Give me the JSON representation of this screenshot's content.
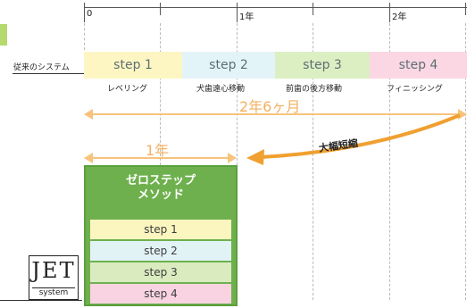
{
  "timeline": {
    "labels": [
      "0",
      "1年",
      "2年"
    ]
  },
  "conventional": {
    "label": "従来のシステム",
    "steps": [
      {
        "label": "step 1",
        "sub": "レベリング",
        "color": "#fdf6c3"
      },
      {
        "label": "step 2",
        "sub": "犬歯遠心移動",
        "color": "#e3f4f8"
      },
      {
        "label": "step 3",
        "sub": "前歯の後方移動",
        "color": "#dcefc3"
      },
      {
        "label": "step 4",
        "sub": "フィニッシング",
        "color": "#fbd7e4"
      }
    ]
  },
  "duration_long": "2年6ヶ月",
  "duration_short": "1年",
  "reduction_label": "大幅短縮",
  "jet": {
    "title_line1": "ゼロステップ",
    "title_line2": "メソッド",
    "steps": [
      {
        "label": "step 1",
        "color": "#fbf5bf"
      },
      {
        "label": "step 2",
        "color": "#e2f3f6"
      },
      {
        "label": "step 3",
        "color": "#daecbf"
      },
      {
        "label": "step 4",
        "color": "#f9d3e1"
      }
    ]
  },
  "logo": {
    "big": "JET",
    "small": "system"
  },
  "colors": {
    "arrow": "#f7c37d",
    "arrow_dark": "#f0a030",
    "jet_green": "#6fb04e"
  }
}
